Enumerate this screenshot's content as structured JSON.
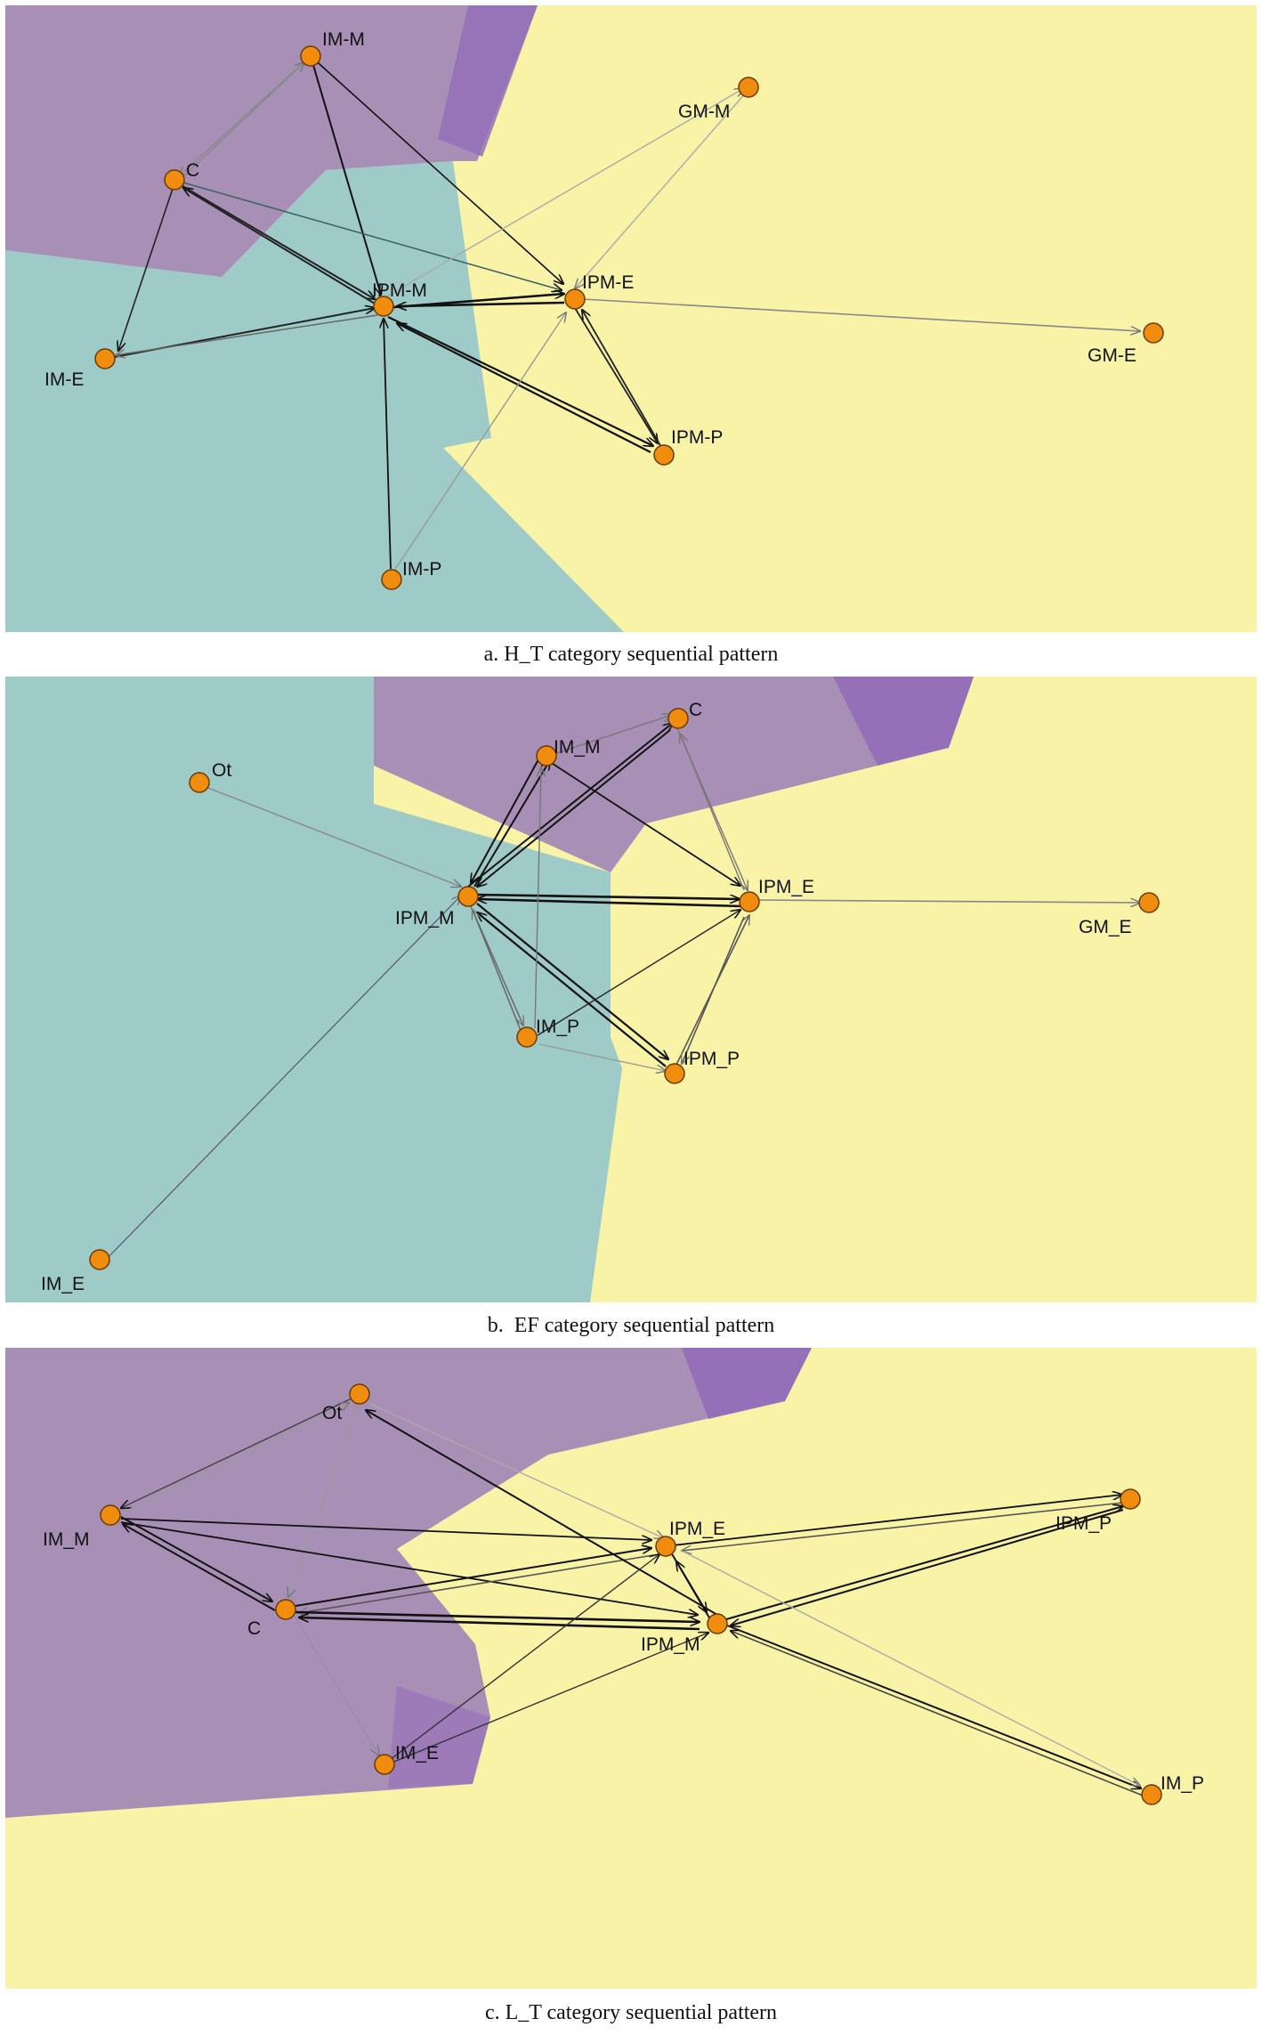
{
  "colors": {
    "purple": "#a88fb6",
    "purple_deep": "#8f62b9",
    "teal": "#9ecbc7",
    "yellow": "#f8f3a7",
    "node_fill": "#f08c0e",
    "node_stroke": "#6a3a00"
  },
  "panels": [
    {
      "caption": "a. H_T category sequential pattern",
      "nodes": [
        {
          "id": "IM-M",
          "label": "IM-M"
        },
        {
          "id": "GM-M",
          "label": "GM-M"
        },
        {
          "id": "C",
          "label": "C"
        },
        {
          "id": "IPM-M",
          "label": "IPM-M"
        },
        {
          "id": "IPM-E",
          "label": "IPM-E"
        },
        {
          "id": "GM-E",
          "label": "GM-E"
        },
        {
          "id": "IM-E",
          "label": "IM-E"
        },
        {
          "id": "IPM-P",
          "label": "IPM-P"
        },
        {
          "id": "IM-P",
          "label": "IM-P"
        }
      ]
    },
    {
      "caption": "b.  EF category sequential pattern",
      "nodes": [
        {
          "id": "C",
          "label": "C"
        },
        {
          "id": "Ot",
          "label": "Ot"
        },
        {
          "id": "IM_M",
          "label": "IM_M"
        },
        {
          "id": "IPM_M",
          "label": "IPM_M"
        },
        {
          "id": "IPM_E",
          "label": "IPM_E"
        },
        {
          "id": "GM_E",
          "label": "GM_E"
        },
        {
          "id": "IM_P",
          "label": "IM_P"
        },
        {
          "id": "IPM_P",
          "label": "IPM_P"
        },
        {
          "id": "IM_E",
          "label": "IM_E"
        }
      ]
    },
    {
      "caption": "c. L_T category sequential pattern",
      "nodes": [
        {
          "id": "Ot",
          "label": "Ot"
        },
        {
          "id": "IM_M",
          "label": "IM_M"
        },
        {
          "id": "IPM_P",
          "label": "IPM_P"
        },
        {
          "id": "IPM_E",
          "label": "IPM_E"
        },
        {
          "id": "C",
          "label": "C"
        },
        {
          "id": "IPM_M",
          "label": "IPM_M"
        },
        {
          "id": "IM_P",
          "label": "IM_P"
        },
        {
          "id": "IM_E",
          "label": "IM_E"
        }
      ]
    }
  ]
}
